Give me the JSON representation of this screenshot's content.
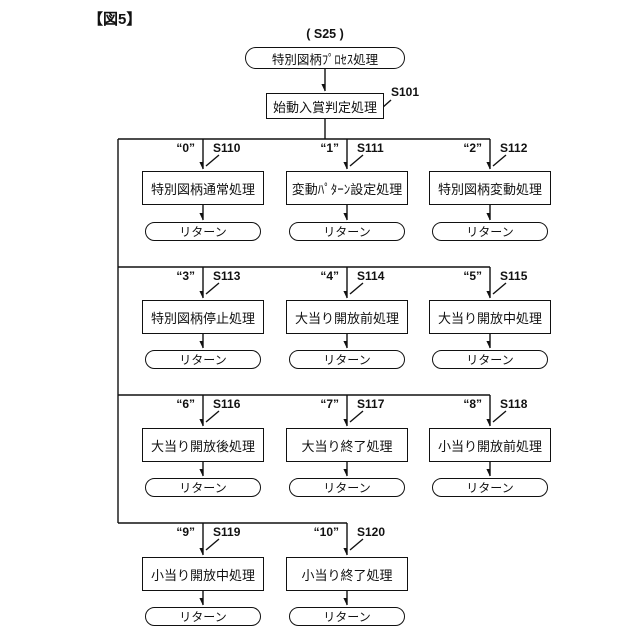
{
  "figure_label": "【図5】",
  "colors": {
    "line": "#111111",
    "background": "#ffffff"
  },
  "start": {
    "step_label": "( S25 )",
    "label": "特別図柄ﾌﾟﾛｾｽ処理"
  },
  "judge": {
    "label": "始動入賞判定処理",
    "step": "S101"
  },
  "return_label": "リターン",
  "branches": [
    {
      "case": "“0”",
      "step": "S110",
      "label": "特別図柄通常処理"
    },
    {
      "case": "“1”",
      "step": "S111",
      "label": "変動ﾊﾟﾀｰﾝ設定処理"
    },
    {
      "case": "“2”",
      "step": "S112",
      "label": "特別図柄変動処理"
    },
    {
      "case": "“3”",
      "step": "S113",
      "label": "特別図柄停止処理"
    },
    {
      "case": "“4”",
      "step": "S114",
      "label": "大当り開放前処理"
    },
    {
      "case": "“5”",
      "step": "S115",
      "label": "大当り開放中処理"
    },
    {
      "case": "“6”",
      "step": "S116",
      "label": "大当り開放後処理"
    },
    {
      "case": "“7”",
      "step": "S117",
      "label": "大当り終了処理"
    },
    {
      "case": "“8”",
      "step": "S118",
      "label": "小当り開放前処理"
    },
    {
      "case": "“9”",
      "step": "S119",
      "label": "小当り開放中処理"
    },
    {
      "case": "“10”",
      "step": "S120",
      "label": "小当り終了処理"
    }
  ]
}
